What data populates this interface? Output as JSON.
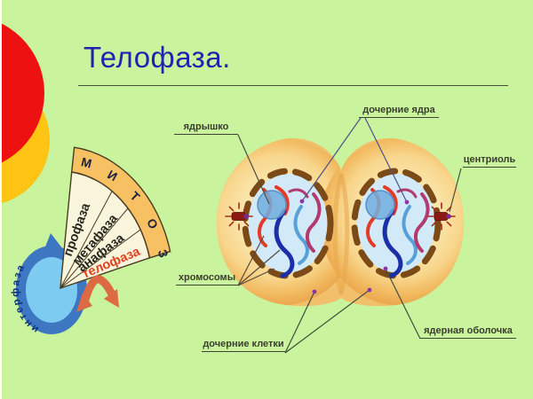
{
  "slide": {
    "title": "Телофаза.",
    "colors": {
      "background": "#c9f39c",
      "title": "#2221b2",
      "accent_red": "#ee1111",
      "accent_yellow": "#ffc414",
      "phase_highlight": "#e0401e"
    }
  },
  "phase_wheel": {
    "interphase": "интерфаза",
    "mitosis_letters": [
      "М",
      "И",
      "Т",
      "О",
      "З"
    ],
    "phases": [
      {
        "label": "профаза",
        "highlighted": false
      },
      {
        "label": "метафаза",
        "highlighted": false
      },
      {
        "label": "анафаза",
        "highlighted": false
      },
      {
        "label": "телофаза",
        "highlighted": true
      }
    ]
  },
  "cell_diagram": {
    "labels": {
      "nucleolus": "ядрышко",
      "daughter_nuclei": "дочерние ядра",
      "centriole": "центриоль",
      "chromosomes": "хромосомы",
      "daughter_cells": "дочерние клетки",
      "nuclear_envelope": "ядерная оболочка"
    }
  }
}
